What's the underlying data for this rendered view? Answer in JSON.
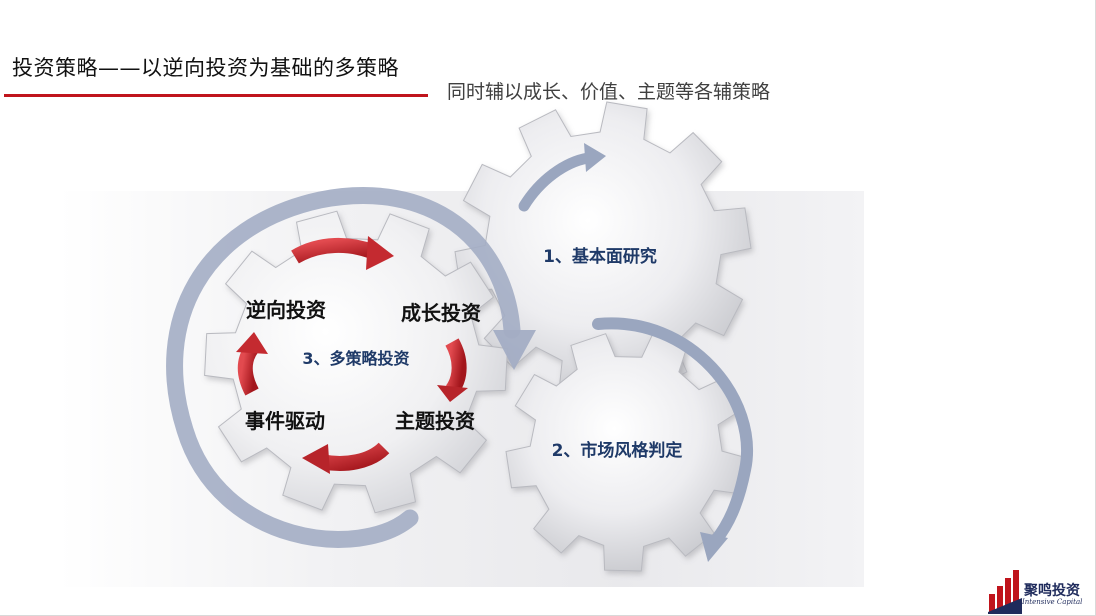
{
  "header": {
    "title": "投资策略——以逆向投资为基础的多策略",
    "subtitle": "同时辅以成长、价值、主题等各辅策略"
  },
  "diagram": {
    "gear_fundamental": "1、基本面研究",
    "gear_market_style": "2、市场风格判定",
    "gear_multi_strategy": "3、多策略投资",
    "strategies": {
      "contrarian": "逆向投资",
      "growth": "成长投资",
      "theme": "主题投资",
      "event": "事件驱动"
    }
  },
  "logo": {
    "name": "聚鸣投资",
    "tagline": "Intensive Capital"
  },
  "colors": {
    "accent_red": "#c0141c",
    "gear_label_blue": "#1f3a68",
    "arrow_gray_blue": "#9aa6bf",
    "logo_navy": "#1f2b5c"
  }
}
